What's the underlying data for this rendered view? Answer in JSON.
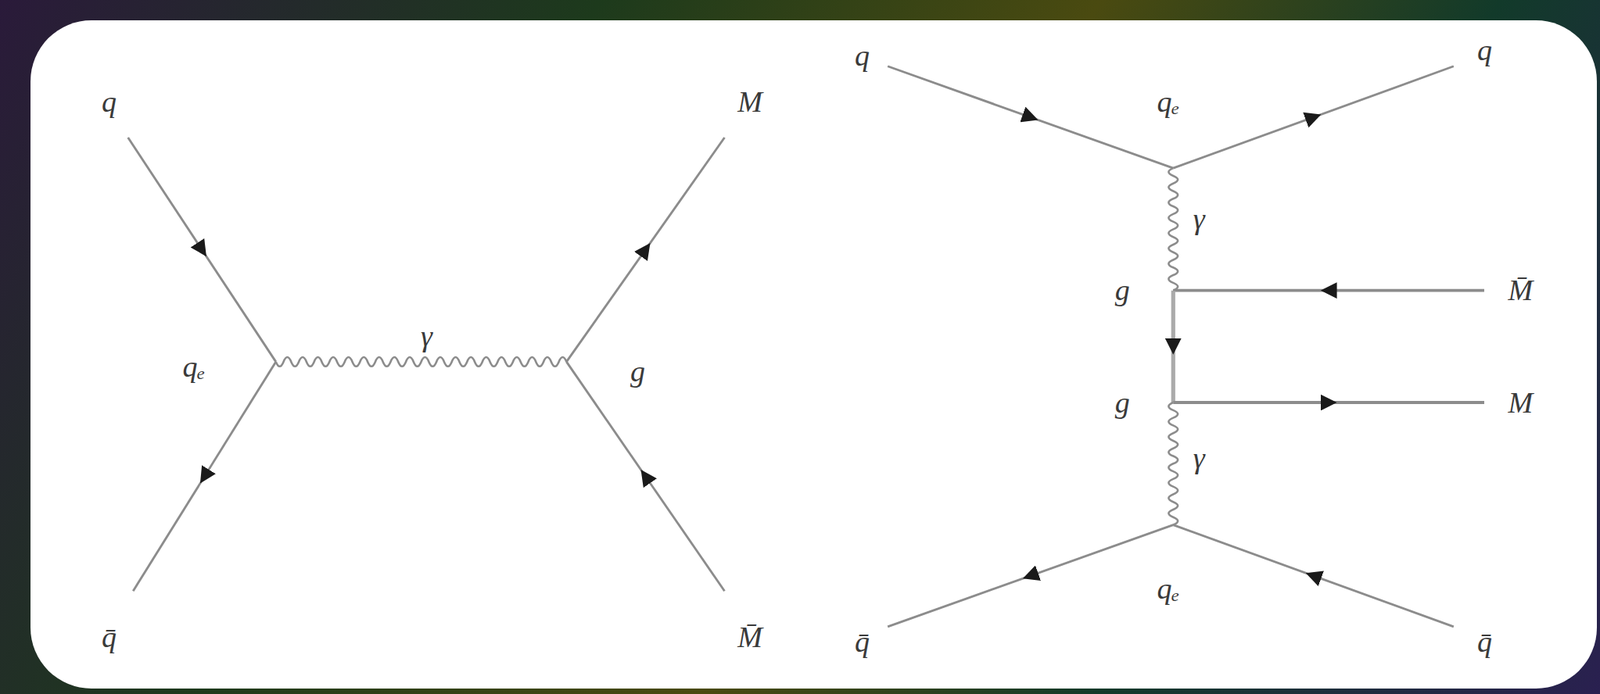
{
  "diagram": {
    "labels": [
      "q",
      "M",
      "qₑ",
      "γ",
      "g",
      "q̄",
      "M̄",
      "q",
      "qₑ",
      "q",
      "γ",
      "g",
      "M̄",
      "g",
      "M",
      "γ",
      "q̄",
      "qₑ",
      "q̄"
    ]
  }
}
